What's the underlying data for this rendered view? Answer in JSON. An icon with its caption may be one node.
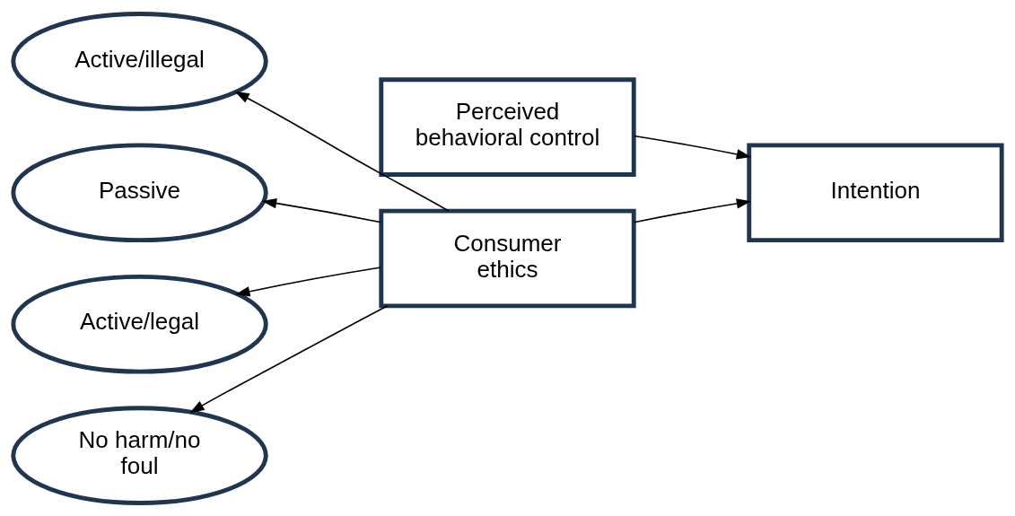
{
  "diagram": {
    "nodes": [
      {
        "text": [
          "Perceived behavioral control"
        ]
      },
      {
        "text": [
          "Intention"
        ]
      },
      {
        "text": [
          "Consumer ethics"
        ]
      },
      {
        "text": [
          "Active/illegal"
        ]
      },
      {
        "text": [
          "Passive"
        ]
      },
      {
        "text": [
          "Active/legal"
        ]
      },
      {
        "text": [
          "No harm/no foul"
        ]
      }
    ],
    "edges": [
      {
        "from": 0,
        "to": 1,
        "arrow": "to"
      },
      {
        "from": 2,
        "to": 1,
        "arrow": "to"
      },
      {
        "from": 2,
        "to": 3,
        "arrow": "to"
      },
      {
        "from": 2,
        "to": 4,
        "arrow": "to"
      },
      {
        "from": 2,
        "to": 5,
        "arrow": "to"
      },
      {
        "from": 2,
        "to": 6,
        "arrow": "to"
      }
    ]
  }
}
